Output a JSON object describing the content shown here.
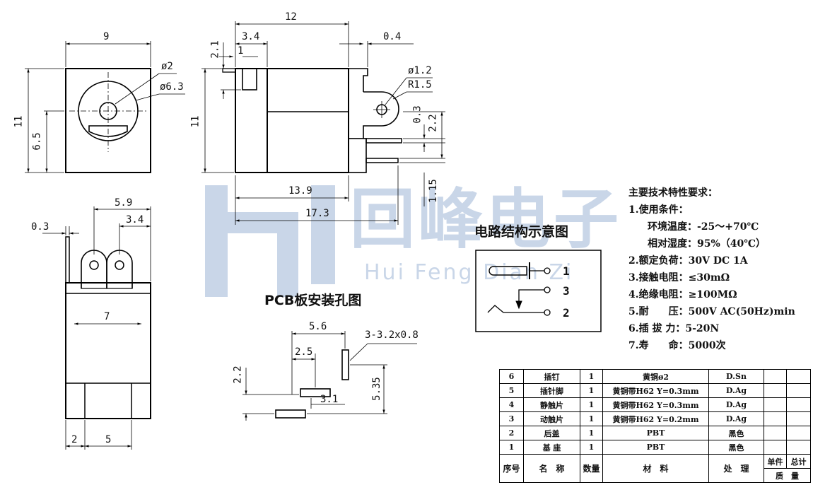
{
  "watermark": {
    "brand": "回峰电子",
    "pinyin": "Hui Feng Dian Zi"
  },
  "front_view": {
    "dim_width": "9",
    "dim_height": "11",
    "dim_center": "6.5",
    "dia_pin": "ø2",
    "dia_hole": "ø6.3"
  },
  "side_view": {
    "dim_length": "12",
    "dim_3_4": "3.4",
    "dim_0_4": "0.4",
    "dim_2_1": "2.1",
    "dim_1": "1",
    "dim_height": "11",
    "dia_1_2": "ø1.2",
    "r_1_5": "R1.5",
    "dim_0_3": "0.3",
    "dim_2_2": "2.2",
    "dim_13_9": "13.9",
    "dim_17_3": "17.3",
    "dim_1_15": "1.15"
  },
  "bottom_view": {
    "dim_5_9": "5.9",
    "dim_3_4": "3.4",
    "dim_0_3": "0.3",
    "dim_7": "7",
    "dim_2": "2",
    "dim_5": "5"
  },
  "pcb": {
    "title": "PCB板安装孔图",
    "dim_5_6": "5.6",
    "slot": "3-3.2x0.8",
    "dim_2_5": "2.5",
    "dim_2_2": "2.2",
    "dim_5_35": "5.35",
    "dim_3_1": "3.1"
  },
  "circuit": {
    "title": "电路结构示意图",
    "pin1": "1",
    "pin3": "3",
    "pin2": "2"
  },
  "requirements": [
    "主要技术特性要求：",
    "1.使用条件：",
    "环境温度：-25～+70℃",
    "相对湿度：95%（40℃）",
    "2.额定负荷：30V DC 1A",
    "3.接触电阻：≤30mΩ",
    "4.绝缘电阻：≥100MΩ",
    "5.耐　　压：500V AC(50Hz)min",
    "6.插 拔 力：5-20N",
    "7.寿　　命：5000次"
  ],
  "bom": {
    "rows": [
      [
        "6",
        "插钉",
        "1",
        "黄铜ø2",
        "D.Sn"
      ],
      [
        "5",
        "插针脚",
        "1",
        "黄铜带H62 Y=0.3mm",
        "D.Ag"
      ],
      [
        "4",
        "静触片",
        "1",
        "黄铜带H62 Y=0.3mm",
        "D.Ag"
      ],
      [
        "3",
        "动触片",
        "1",
        "黄铜带H62 Y=0.2mm",
        "D.Ag"
      ],
      [
        "2",
        "后盖",
        "1",
        "PBT",
        "黑色"
      ],
      [
        "1",
        "基 座",
        "1",
        "PBT",
        "黑色"
      ]
    ],
    "header": {
      "no": "序号",
      "name": "名　称",
      "qty": "数量",
      "material": "材　料",
      "process": "处　理",
      "unit": "单件",
      "total": "总计",
      "mass": "质　量"
    }
  }
}
